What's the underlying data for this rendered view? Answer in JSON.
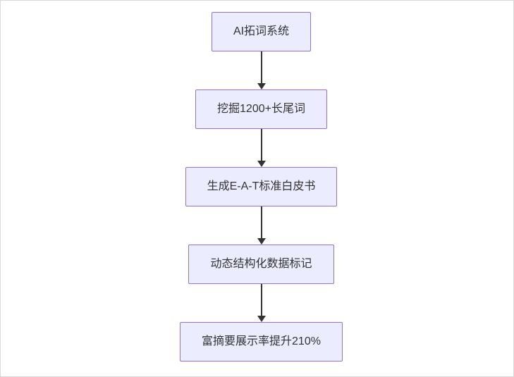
{
  "diagram": {
    "type": "flowchart",
    "direction": "top-down",
    "nodes": [
      {
        "id": "A",
        "label": "AI拓词系统"
      },
      {
        "id": "B",
        "label": "挖掘1200+长尾词"
      },
      {
        "id": "C",
        "label": "生成E-A-T标准白皮书"
      },
      {
        "id": "D",
        "label": "动态结构化数据标记"
      },
      {
        "id": "E",
        "label": "富摘要展示率提升210%"
      }
    ],
    "edges": [
      {
        "from": "A",
        "to": "B"
      },
      {
        "from": "B",
        "to": "C"
      },
      {
        "from": "C",
        "to": "D"
      },
      {
        "from": "D",
        "to": "E"
      }
    ],
    "colors": {
      "node_fill": "#ECECFF",
      "node_border": "#9370DB",
      "arrow": "#333333",
      "text": "#333333",
      "background": "#ffffff"
    }
  }
}
